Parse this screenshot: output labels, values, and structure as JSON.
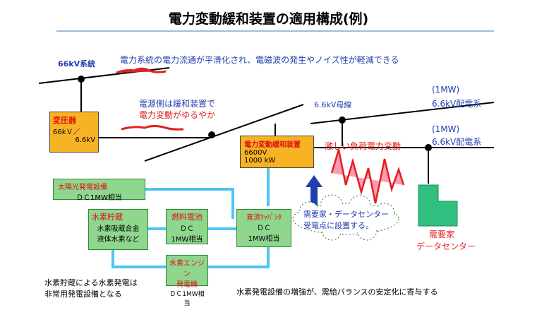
{
  "title": "電力変動緩和装置の適用構成(例)",
  "top_note": "電力系統の電力流通が平滑化され、電磁波の発生やノイズ性が軽減できる",
  "labels": {
    "grid_66kv": "66kV系統",
    "bus_66kv": "6.6kV母線",
    "dist1": "(1MW)",
    "dist1b": "6.6kV配電系",
    "dist2": "(1MW)",
    "dist2b": "6.6kV配電系",
    "source_side_1": "電源側は緩和装置で",
    "source_side_2": "電力変動がゆるやか",
    "load_fluct": "激しい負荷電力変動",
    "consumer_1": "需要家",
    "consumer_2": "データセンター",
    "cloud_1": "需要家・データセンター",
    "cloud_2": "受電点に設置する。",
    "storage_note_1": "水素貯蔵による水素発電は",
    "storage_note_2": "非常用発電設備となる",
    "bottom_note": "水素発電設備の増強が、需給バランスの安定化に寄与する"
  },
  "transformer": {
    "name": "変圧器",
    "l1": "66kＶ／",
    "l2": "6.6kV"
  },
  "mitigator": {
    "name": "電力変動緩和装置",
    "l1": "6600V",
    "l2": "1000 kW"
  },
  "solar": {
    "name": "太陽光発電設備",
    "l1": "ＤＣ1MW相当"
  },
  "h2store": {
    "name": "水素貯蔵",
    "l1": "水素吸蔵合金",
    "l2": "液体水素など"
  },
  "fuelcell": {
    "name": "燃料電池",
    "l1": "ＤＣ",
    "l2": "1MW相当"
  },
  "dcbus": {
    "name": "直流ｷｬﾊﾟｼﾀ",
    "l1": "ＤＣ",
    "l2": "1MW相当"
  },
  "h2engine": {
    "name": "水素エンジン",
    "name2": "発電機",
    "l1": "ＤＣ1MW相当"
  },
  "colors": {
    "blue": "#1f3fae",
    "red": "#e02020",
    "green": "#8fd68f",
    "orange": "#f7b324",
    "cyan": "#4fc3f7"
  }
}
